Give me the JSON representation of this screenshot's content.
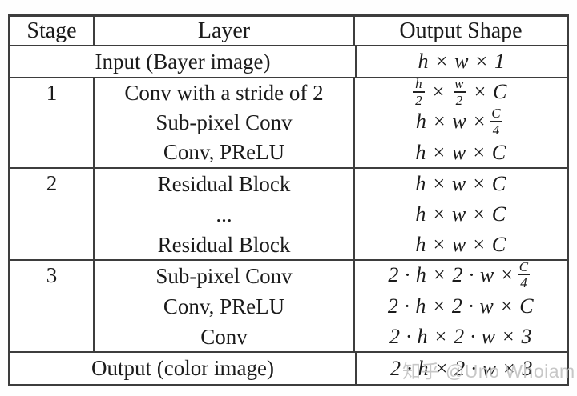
{
  "header": {
    "stage": "Stage",
    "layer": "Layer",
    "output_shape": "Output Shape"
  },
  "rows": {
    "input": {
      "label": "Input (Bayer image)",
      "shape": "h × w × 1"
    },
    "stage1": {
      "id": "1",
      "layers": [
        "Conv with a stride of 2",
        "Sub-pixel Conv",
        "Conv, PReLU"
      ],
      "shape1": {
        "f1n": "h",
        "f1d": "2",
        "op1": "×",
        "f2n": "w",
        "f2d": "2",
        "tail": "× C"
      },
      "shape2": {
        "lead": "h × w ×",
        "fn": "C",
        "fd": "4"
      },
      "shape3": "h × w × C"
    },
    "stage2": {
      "id": "2",
      "layers": [
        "Residual Block",
        "...",
        "Residual Block"
      ],
      "shapes": [
        "h × w × C",
        "h × w × C",
        "h × w × C"
      ]
    },
    "stage3": {
      "id": "3",
      "layers": [
        "Sub-pixel Conv",
        "Conv, PReLU",
        "Conv"
      ],
      "shape1": {
        "lead": "2 · h × 2 · w ×",
        "fn": "C",
        "fd": "4"
      },
      "shape2": "2 · h × 2 · w × C",
      "shape3": "2 · h × 2 · w × 3"
    },
    "output": {
      "label": "Output (color image)",
      "shape": "2 · h × 2 · w × 3"
    }
  },
  "watermark": "知乎 @Uno Whoiam",
  "colors": {
    "border": "#3d3d3d",
    "text": "#1b1b1b",
    "watermark": "#c3c3c3"
  }
}
